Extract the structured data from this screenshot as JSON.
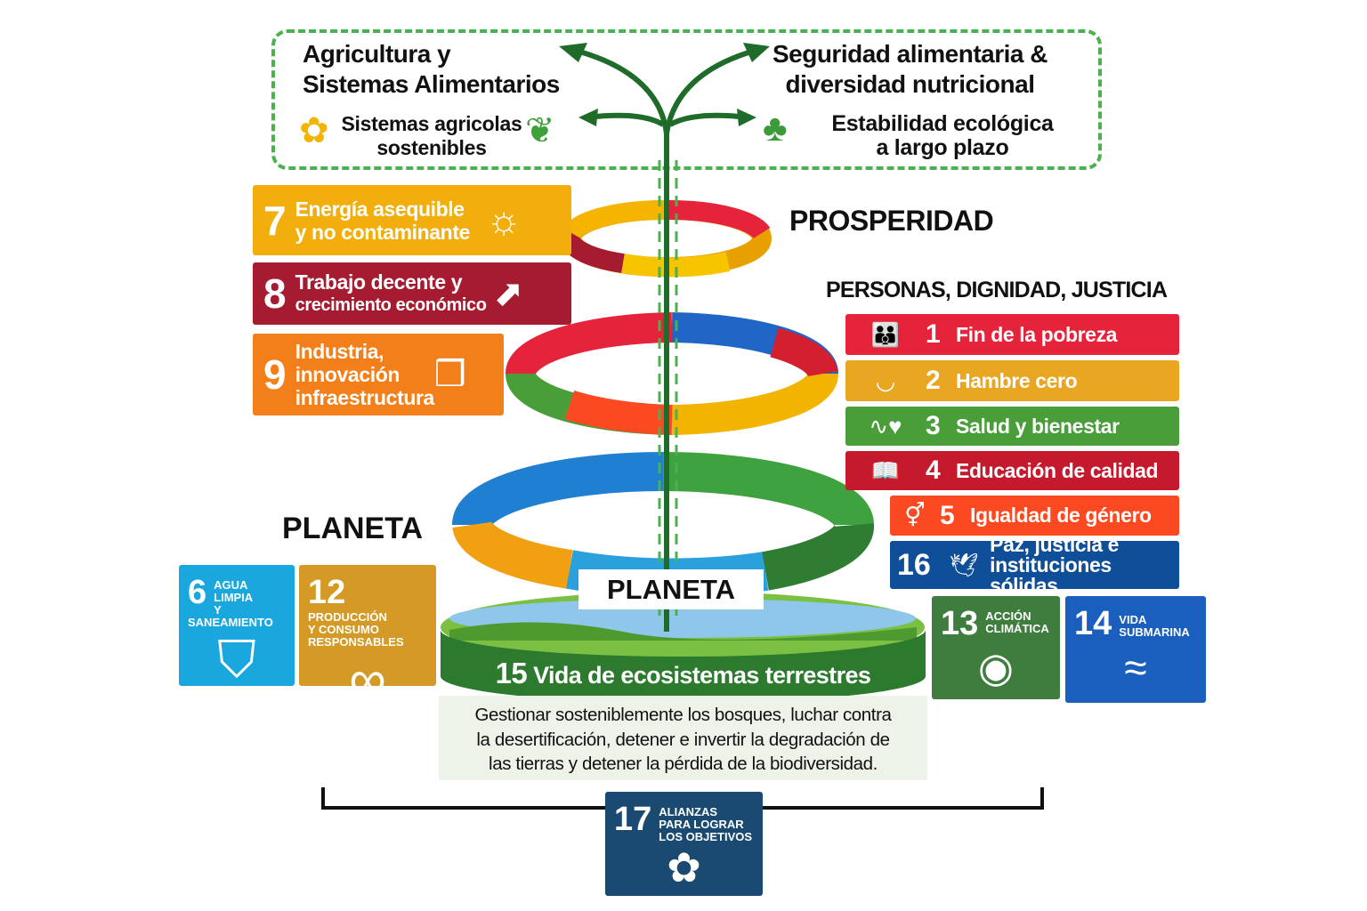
{
  "header": {
    "left_title": [
      "Agricultura y",
      "Sistemas Alimentarios"
    ],
    "left_sub": [
      "Sistemas agricolas",
      "sostenibles"
    ],
    "right_title": [
      "Seguridad alimentaria &",
      "diversidad nutricional"
    ],
    "right_sub": [
      "Estabilidad ecológica",
      "a largo plazo"
    ]
  },
  "sections": {
    "prosperity": "PROSPERIDAD",
    "people": "PERSONAS, DIGNIDAD, JUSTICIA",
    "planet": "PLANETA",
    "planet_ring": "PLANETA"
  },
  "left_goals": [
    {
      "num": "7",
      "label": [
        "Energía asequible",
        "y no contaminante"
      ],
      "color": "#f2ae0c",
      "icon": "sun-icon"
    },
    {
      "num": "8",
      "label": [
        "Trabajo decente y",
        "crecimiento económico"
      ],
      "color": "#a51c30",
      "icon": "growth-chart-icon"
    },
    {
      "num": "9",
      "label": [
        "Industria,",
        "innovación",
        "infraestructura"
      ],
      "color": "#f37f1a",
      "icon": "cubes-icon"
    }
  ],
  "right_goals": [
    {
      "num": "1",
      "label": "Fin de la pobreza",
      "color": "#e5243b",
      "icon": "family-icon"
    },
    {
      "num": "2",
      "label": "Hambre cero",
      "color": "#e8a621",
      "icon": "bowl-icon"
    },
    {
      "num": "3",
      "label": "Salud y bienestar",
      "color": "#4a9e3a",
      "icon": "heartbeat-icon"
    },
    {
      "num": "4",
      "label": "Educación de calidad",
      "color": "#c5192d",
      "icon": "book-icon"
    },
    {
      "num": "5",
      "label": "Igualdad de género",
      "color": "#fb4a22",
      "icon": "gender-icon"
    },
    {
      "num": "16",
      "label": [
        "Paz, justicia e",
        "instituciones sólidas"
      ],
      "color": "#0f4f9a",
      "icon": "dove-icon"
    }
  ],
  "tiles": [
    {
      "num": "6",
      "label": [
        "AGUA LIMPIA",
        "Y SANEAMIENTO"
      ],
      "color": "#19a7de",
      "icon": "water-glass-icon"
    },
    {
      "num": "12",
      "label": [
        "PRODUCCIÓN",
        "Y CONSUMO",
        "RESPONSABLES"
      ],
      "color": "#d49a25",
      "icon": "infinity-icon"
    },
    {
      "num": "13",
      "label": [
        "ACCIÓN",
        "CLIMÁTICA"
      ],
      "color": "#3e7d3e",
      "icon": "eye-globe-icon"
    },
    {
      "num": "14",
      "label": [
        "VIDA",
        "SUBMARINA"
      ],
      "color": "#1a5fbe",
      "icon": "fish-icon"
    },
    {
      "num": "17",
      "label": [
        "ALIANZAS",
        "PARA LOGRAR",
        "LOS OBJETIVOS"
      ],
      "color": "#1a4a72",
      "icon": "flower-icon"
    }
  ],
  "goal15": {
    "num": "15",
    "label": "Vida de ecosistemas terrestres",
    "desc": [
      "Gestionar sosteniblemente los bosques, luchar contra",
      "la desertificación, detener e invertir la degradación de",
      "las tierras y detener la pérdida de la biodiversidad."
    ]
  }
}
